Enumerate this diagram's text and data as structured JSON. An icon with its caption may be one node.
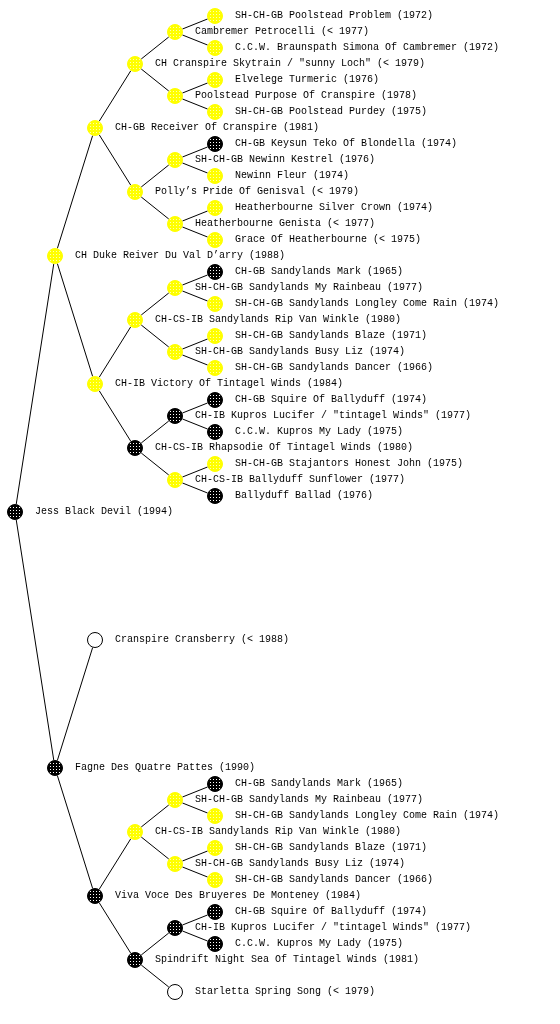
{
  "diagram": {
    "nodes": [
      {
        "text": [
          "SH-CH-GB Poolstead Problem (1972)"
        ]
      },
      {
        "text": [
          "Cambremer Petrocelli (< 1977)"
        ]
      },
      {
        "text": [
          "C.C.W. Braunspath Simona Of Cambremer (1972)"
        ]
      },
      {
        "text": [
          "CH Cranspire Skytrain / \"sunny Loch\" (< 1979)"
        ]
      },
      {
        "text": [
          "Elvelege Turmeric (1976)"
        ]
      },
      {
        "text": [
          "Poolstead Purpose Of Cranspire (1978)"
        ]
      },
      {
        "text": [
          "SH-CH-GB Poolstead Purdey (1975)"
        ]
      },
      {
        "text": [
          "CH-GB Receiver Of Cranspire (1981)"
        ]
      },
      {
        "text": [
          "CH-GB Keysun Teko Of Blondella (1974)"
        ]
      },
      {
        "text": [
          "SH-CH-GB Newinn Kestrel (1976)"
        ]
      },
      {
        "text": [
          "Newinn Fleur (1974)"
        ]
      },
      {
        "text": [
          "Polly’s Pride Of Genisval (< 1979)"
        ]
      },
      {
        "text": [
          "Heatherbourne Silver Crown (1974)"
        ]
      },
      {
        "text": [
          "Heatherbourne Genista (< 1977)"
        ]
      },
      {
        "text": [
          "Grace Of Heatherbourne (< 1975)"
        ]
      },
      {
        "text": [
          "CH Duke Reiver Du Val D’arry (1988)"
        ]
      },
      {
        "text": [
          "CH-GB Sandylands Mark (1965)"
        ]
      },
      {
        "text": [
          "SH-CH-GB Sandylands My Rainbeau (1977)"
        ]
      },
      {
        "text": [
          "SH-CH-GB Sandylands Longley Come Rain (1974)"
        ]
      },
      {
        "text": [
          "CH-CS-IB Sandylands Rip Van Winkle (1980)"
        ]
      },
      {
        "text": [
          "SH-CH-GB Sandylands Blaze (1971)"
        ]
      },
      {
        "text": [
          "SH-CH-GB Sandylands Busy Liz (1974)"
        ]
      },
      {
        "text": [
          "SH-CH-GB Sandylands Dancer (1966)"
        ]
      },
      {
        "text": [
          "CH-IB Victory Of Tintagel Winds (1984)"
        ]
      },
      {
        "text": [
          "CH-GB Squire Of Ballyduff (1974)"
        ]
      },
      {
        "text": [
          "CH-IB Kupros Lucifer / \"tintagel Winds\" (1977)"
        ]
      },
      {
        "text": [
          "C.C.W. Kupros My Lady (1975)"
        ]
      },
      {
        "text": [
          "CH-CS-IB Rhapsodie Of Tintagel Winds (1980)"
        ]
      },
      {
        "text": [
          "SH-CH-GB Stajantors Honest John (1975)"
        ]
      },
      {
        "text": [
          "CH-CS-IB Ballyduff Sunflower (1977)"
        ]
      },
      {
        "text": [
          "Ballyduff Ballad (1976)"
        ]
      },
      {
        "text": [
          "Jess Black Devil (1994)"
        ]
      },
      {
        "text": [
          "Cranspire Cransberry (< 1988)"
        ]
      },
      {
        "text": [
          "Fagne Des Quatre Pattes (1990)"
        ]
      },
      {
        "text": [
          "CH-GB Sandylands Mark (1965)"
        ]
      },
      {
        "text": [
          "SH-CH-GB Sandylands My Rainbeau (1977)"
        ]
      },
      {
        "text": [
          "SH-CH-GB Sandylands Longley Come Rain (1974)"
        ]
      },
      {
        "text": [
          "CH-CS-IB Sandylands Rip Van Winkle (1980)"
        ]
      },
      {
        "text": [
          "SH-CH-GB Sandylands Blaze (1971)"
        ]
      },
      {
        "text": [
          "SH-CH-GB Sandylands Busy Liz (1974)"
        ]
      },
      {
        "text": [
          "SH-CH-GB Sandylands Dancer (1966)"
        ]
      },
      {
        "text": [
          "Viva Voce Des Bruyeres De Monteney (1984)"
        ]
      },
      {
        "text": [
          "CH-GB Squire Of Ballyduff (1974)"
        ]
      },
      {
        "text": [
          "CH-IB Kupros Lucifer / \"tintagel Winds\" (1977)"
        ]
      },
      {
        "text": [
          "C.C.W. Kupros My Lady (1975)"
        ]
      },
      {
        "text": [
          "Spindrift Night Sea Of Tintagel Winds (1981)"
        ]
      },
      {
        "text": [
          "Starletta Spring Song (< 1979)"
        ]
      }
    ],
    "edges": [
      {
        "from": 31,
        "to": 15,
        "arrow": "none"
      },
      {
        "from": 31,
        "to": 33,
        "arrow": "none"
      },
      {
        "from": 15,
        "to": 7,
        "arrow": "none"
      },
      {
        "from": 15,
        "to": 23,
        "arrow": "none"
      },
      {
        "from": 7,
        "to": 3,
        "arrow": "none"
      },
      {
        "from": 7,
        "to": 11,
        "arrow": "none"
      },
      {
        "from": 3,
        "to": 1,
        "arrow": "none"
      },
      {
        "from": 3,
        "to": 5,
        "arrow": "none"
      },
      {
        "from": 1,
        "to": 0,
        "arrow": "none"
      },
      {
        "from": 1,
        "to": 2,
        "arrow": "none"
      },
      {
        "from": 5,
        "to": 4,
        "arrow": "none"
      },
      {
        "from": 5,
        "to": 6,
        "arrow": "none"
      },
      {
        "from": 11,
        "to": 9,
        "arrow": "none"
      },
      {
        "from": 11,
        "to": 13,
        "arrow": "none"
      },
      {
        "from": 9,
        "to": 8,
        "arrow": "none"
      },
      {
        "from": 9,
        "to": 10,
        "arrow": "none"
      },
      {
        "from": 13,
        "to": 12,
        "arrow": "none"
      },
      {
        "from": 13,
        "to": 14,
        "arrow": "none"
      },
      {
        "from": 23,
        "to": 19,
        "arrow": "none"
      },
      {
        "from": 23,
        "to": 27,
        "arrow": "none"
      },
      {
        "from": 19,
        "to": 17,
        "arrow": "none"
      },
      {
        "from": 19,
        "to": 21,
        "arrow": "none"
      },
      {
        "from": 17,
        "to": 16,
        "arrow": "none"
      },
      {
        "from": 17,
        "to": 18,
        "arrow": "none"
      },
      {
        "from": 21,
        "to": 20,
        "arrow": "none"
      },
      {
        "from": 21,
        "to": 22,
        "arrow": "none"
      },
      {
        "from": 27,
        "to": 25,
        "arrow": "none"
      },
      {
        "from": 27,
        "to": 29,
        "arrow": "none"
      },
      {
        "from": 25,
        "to": 24,
        "arrow": "none"
      },
      {
        "from": 25,
        "to": 26,
        "arrow": "none"
      },
      {
        "from": 29,
        "to": 28,
        "arrow": "none"
      },
      {
        "from": 29,
        "to": 30,
        "arrow": "none"
      },
      {
        "from": 33,
        "to": 32,
        "arrow": "none"
      },
      {
        "from": 33,
        "to": 41,
        "arrow": "none"
      },
      {
        "from": 41,
        "to": 37,
        "arrow": "none"
      },
      {
        "from": 41,
        "to": 45,
        "arrow": "none"
      },
      {
        "from": 37,
        "to": 35,
        "arrow": "none"
      },
      {
        "from": 37,
        "to": 39,
        "arrow": "none"
      },
      {
        "from": 35,
        "to": 34,
        "arrow": "none"
      },
      {
        "from": 35,
        "to": 36,
        "arrow": "none"
      },
      {
        "from": 39,
        "to": 38,
        "arrow": "none"
      },
      {
        "from": 39,
        "to": 40,
        "arrow": "none"
      },
      {
        "from": 45,
        "to": 43,
        "arrow": "none"
      },
      {
        "from": 45,
        "to": 46,
        "arrow": "none"
      },
      {
        "from": 43,
        "to": 42,
        "arrow": "none"
      },
      {
        "from": 43,
        "to": 44,
        "arrow": "none"
      }
    ]
  }
}
